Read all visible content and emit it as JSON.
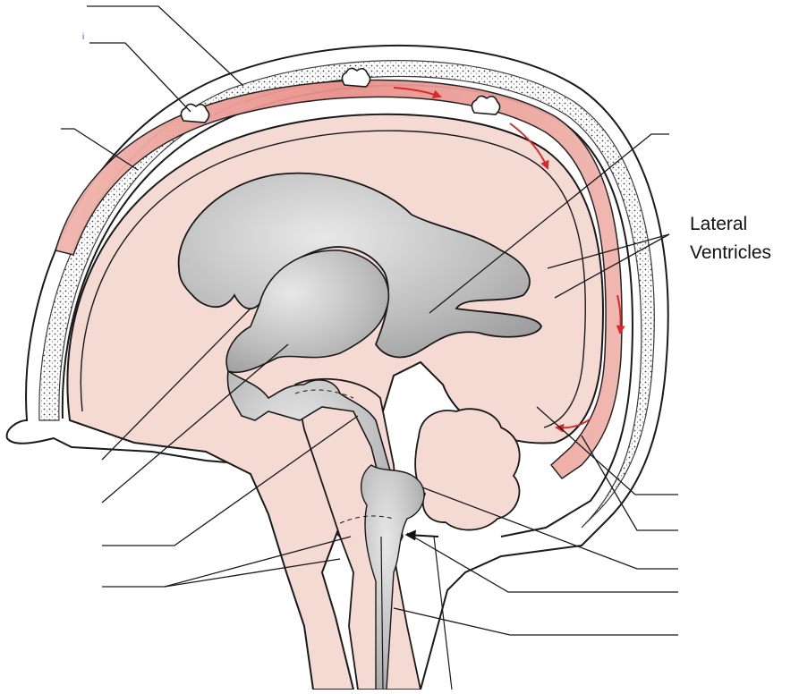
{
  "diagram": {
    "labels": {
      "lateral_line1": "Lateral",
      "lateral_line2": "Ventricles",
      "small_mark": "i"
    },
    "colors": {
      "csf_pink": "#f5d9d3",
      "sinus_red": "#e98f8a",
      "ventricle_gray": "#b7b7b7",
      "outline": "#1a1a1a",
      "arrow": "#d92a2a"
    }
  }
}
